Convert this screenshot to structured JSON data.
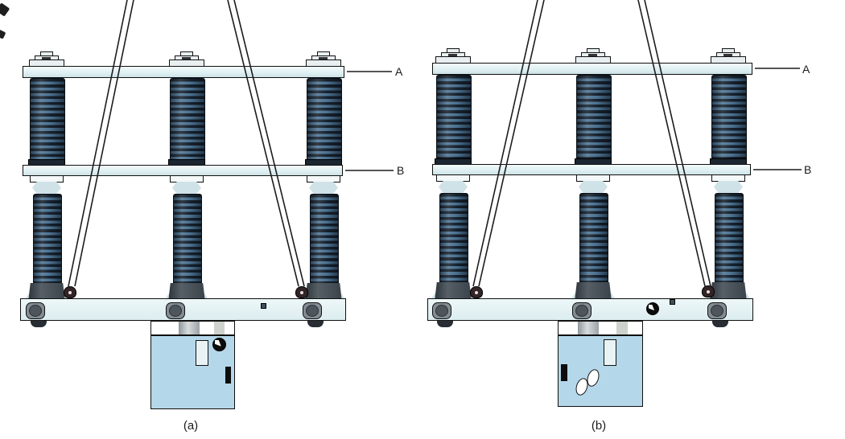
{
  "figures": [
    {
      "caption": "(a)",
      "top_bar_label": "A",
      "middle_bar_label": "B"
    },
    {
      "caption": "(b)",
      "top_bar_label": "A",
      "middle_bar_label": "B"
    }
  ],
  "colors": {
    "background": "#ffffff",
    "outline": "#111111",
    "crossarm_fill": "#dceef1",
    "base_frame_fill": "#e2f0f2",
    "insulator_rib_dark": "#16212d",
    "insulator_rib_blue": "#4d7494",
    "cabinet_fill": "#b4d7e9",
    "gauge_face": "#0c0c0c",
    "gauge_needle": "#ffffff"
  },
  "icons": {
    "gauge": "pressure-gauge-icon",
    "cable": "lifting-cable",
    "knob": "cable-anchor-knob"
  }
}
